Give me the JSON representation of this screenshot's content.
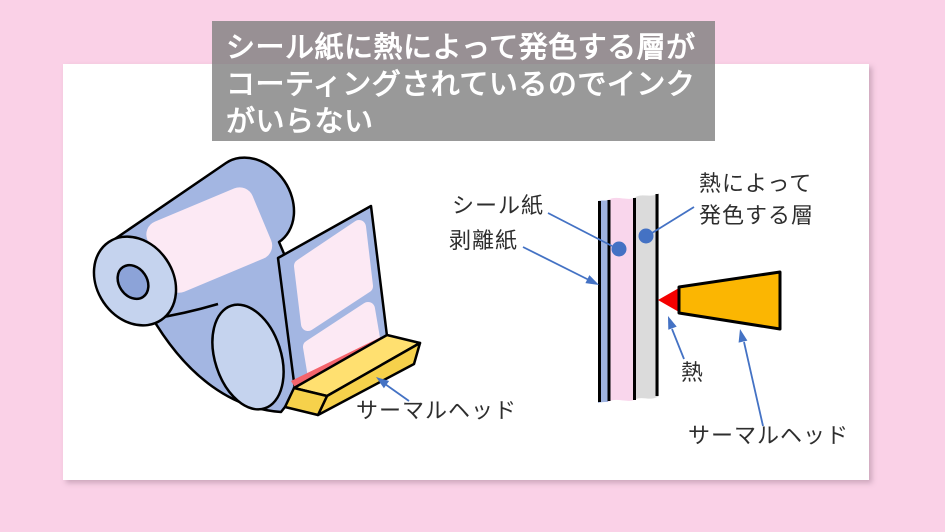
{
  "title": {
    "line1": "シール紙に熱によって発色する層が",
    "line2": "コーティングされているのでインク",
    "line3": "がいらない"
  },
  "roll_illustration": {
    "thermal_head_label": "サーマルヘッド"
  },
  "cross_section": {
    "seal_paper_label": "シール紙",
    "release_paper_label": "剥離紙",
    "heat_layer_label_line1": "熱によって",
    "heat_layer_label_line2": "発色する層",
    "heat_label": "熱",
    "thermal_head_label": "サーマルヘッド"
  },
  "colors": {
    "background_pink": "#FAD1E7",
    "title_overlay_gray": "#999999",
    "leader_arrow_blue": "#4472C4",
    "roll_body_blue": "#A3B6E2",
    "roll_cap_blue": "#C5D3EE",
    "roll_core_blue": "#8CA3D8",
    "label_pink": "#FCE9F4",
    "cross_section_pink": "#F9D6EC",
    "cross_section_gray": "#DBDBDB",
    "cross_section_liner_blue": "#9FB3DF",
    "head_top_yellow": "#FFE070",
    "head_front_yellow": "#F6D14B",
    "head_orange": "#FBB602",
    "heat_red": "#F40000",
    "print_line_red": "#F4646C"
  }
}
